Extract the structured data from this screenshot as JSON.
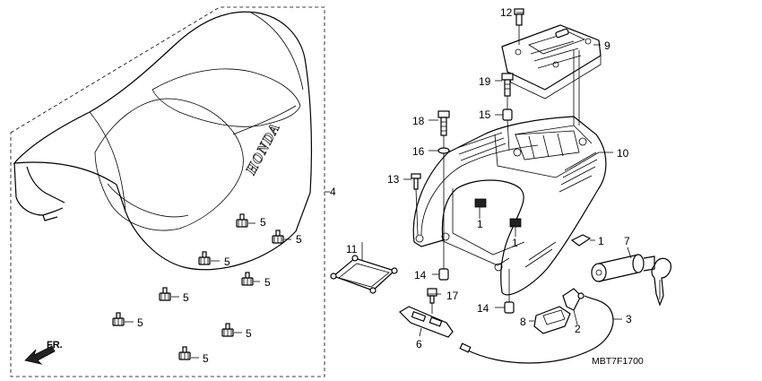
{
  "diagram": {
    "code": "MBT7F1700",
    "direction_label": "FR.",
    "brand": "HONDA",
    "part_labels": {
      "p1a": "1",
      "p1b": "1",
      "p1c": "1",
      "p2": "2",
      "p3": "3",
      "p4": "4",
      "p5a": "5",
      "p5b": "5",
      "p5c": "5",
      "p5d": "5",
      "p5e": "5",
      "p5f": "5",
      "p5g": "5",
      "p5h": "5",
      "p6": "6",
      "p7": "7",
      "p8": "8",
      "p9": "9",
      "p10": "10",
      "p11": "11",
      "p12": "12",
      "p13": "13",
      "p14a": "14",
      "p14b": "14",
      "p15": "15",
      "p16": "16",
      "p17": "17",
      "p18": "18",
      "p19": "19"
    }
  }
}
